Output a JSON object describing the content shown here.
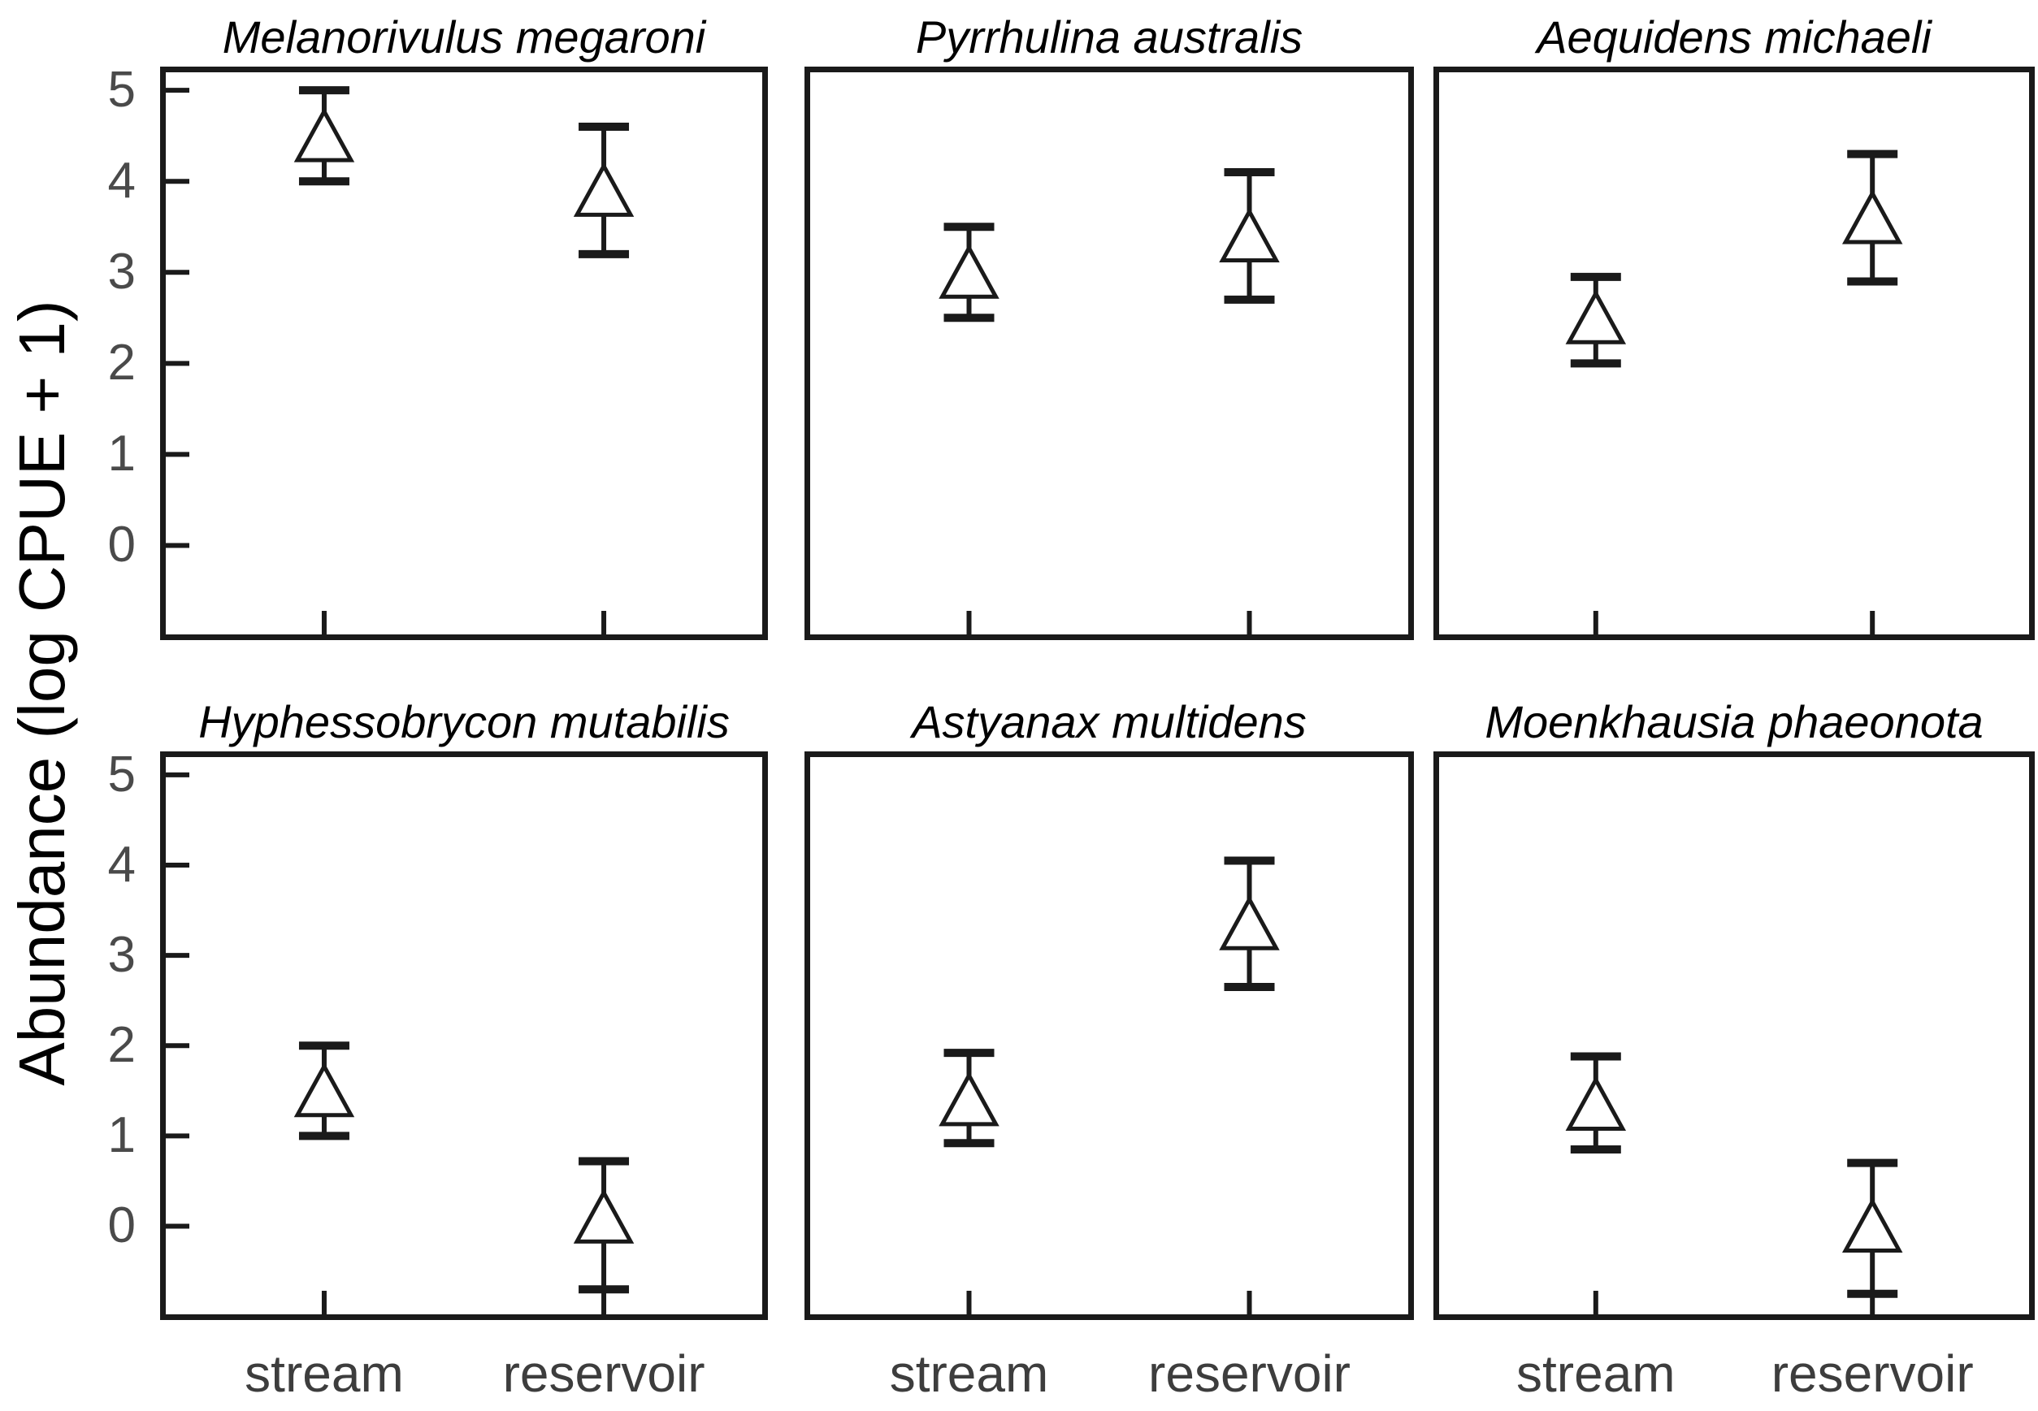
{
  "chart_data": {
    "type": "scatter",
    "subtype": "mean-with-error-bars",
    "grid": {
      "rows": 2,
      "cols": 3
    },
    "title": "",
    "xlabel": "",
    "ylabel": "Abundance (log CPUE + 1)",
    "categories": [
      "stream",
      "reservoir"
    ],
    "yticks": [
      5,
      4,
      3,
      2,
      1,
      0
    ],
    "ylim": [
      -1.04,
      5.26
    ],
    "marker": "open-triangle-up",
    "legend": "none",
    "gridlines": false,
    "colors": {
      "axis": "#1a1a1a",
      "marker_fill": "#ffffff",
      "tick_label": "#4a4a4a",
      "category_label": "#3d3d3d",
      "title": "#000000"
    },
    "panels": [
      {
        "title": "Melanorivulus megaroni",
        "series": [
          {
            "category": "stream",
            "mean": 4.5,
            "lo": 4.0,
            "hi": 5.0
          },
          {
            "category": "reservoir",
            "mean": 3.9,
            "lo": 3.2,
            "hi": 4.6
          }
        ]
      },
      {
        "title": "Pyrrhulina australis",
        "series": [
          {
            "category": "stream",
            "mean": 3.0,
            "lo": 2.5,
            "hi": 3.5
          },
          {
            "category": "reservoir",
            "mean": 3.4,
            "lo": 2.7,
            "hi": 4.1
          }
        ]
      },
      {
        "title": "Aequidens michaeli",
        "series": [
          {
            "category": "stream",
            "mean": 2.5,
            "lo": 2.0,
            "hi": 2.95
          },
          {
            "category": "reservoir",
            "mean": 3.6,
            "lo": 2.9,
            "hi": 4.3
          }
        ]
      },
      {
        "title": "Hyphessobrycon mutabilis",
        "series": [
          {
            "category": "stream",
            "mean": 1.5,
            "lo": 1.0,
            "hi": 2.0
          },
          {
            "category": "reservoir",
            "mean": 0.1,
            "lo": -0.7,
            "hi": 0.72
          }
        ]
      },
      {
        "title": "Astyanax multidens",
        "series": [
          {
            "category": "stream",
            "mean": 1.4,
            "lo": 0.92,
            "hi": 1.92
          },
          {
            "category": "reservoir",
            "mean": 3.35,
            "lo": 2.65,
            "hi": 4.05
          }
        ]
      },
      {
        "title": "Moenkhausia phaeonota",
        "series": [
          {
            "category": "stream",
            "mean": 1.35,
            "lo": 0.85,
            "hi": 1.88
          },
          {
            "category": "reservoir",
            "mean": 0.0,
            "lo": -0.75,
            "hi": 0.7
          }
        ]
      }
    ]
  }
}
